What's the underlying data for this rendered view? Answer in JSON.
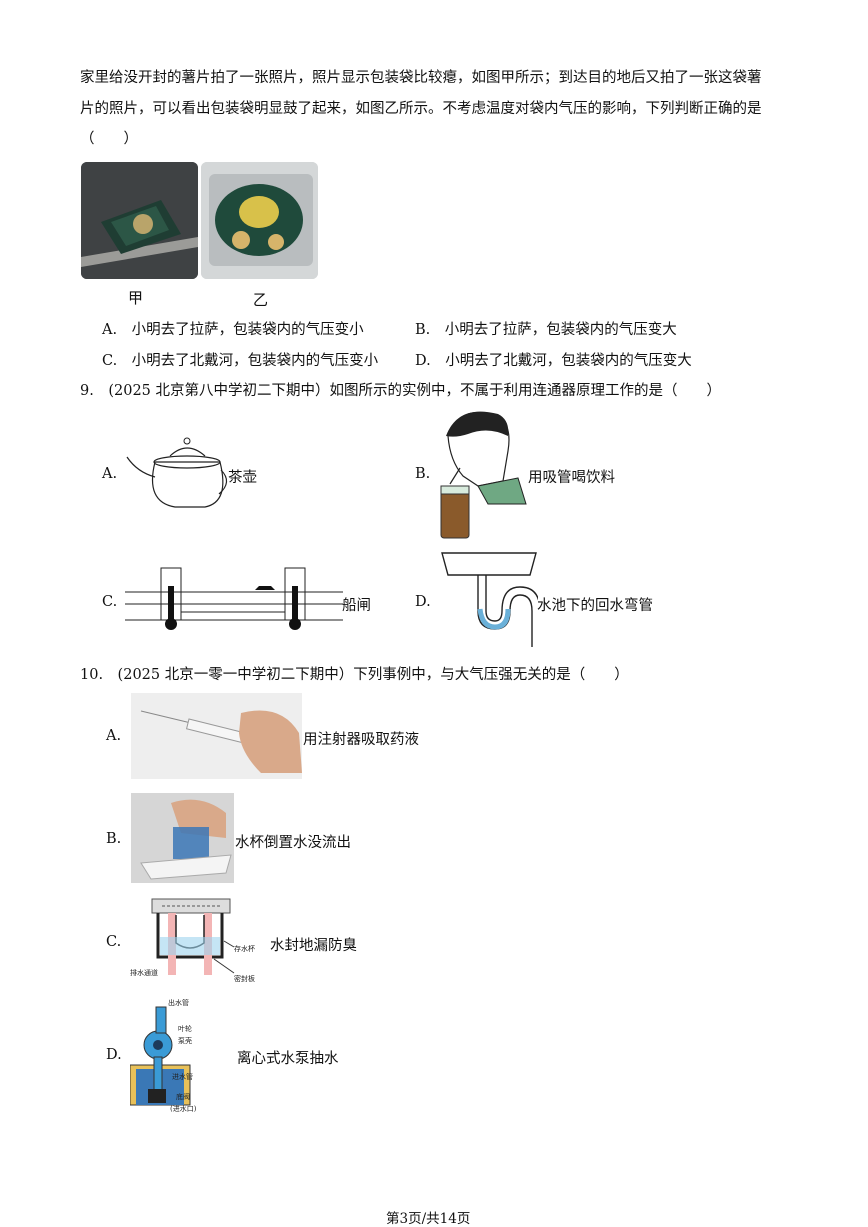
{
  "q8": {
    "line1": "家里给没开封的薯片拍了一张照片，照片显示包装袋比较瘪，如图甲所示；到达目的地后又拍了一张这袋薯",
    "line2": "片的照片，可以看出包装袋明显鼓了起来，如图乙所示。不考虑温度对袋内气压的影响，下列判断正确的是",
    "bracket": "（　　）",
    "cap_jia": "甲",
    "cap_yi": "乙",
    "optA": "A.　小明去了拉萨，包装袋内的气压变小",
    "optB": "B.　小明去了拉萨，包装袋内的气压变大",
    "optC": "C.　小明去了北戴河，包装袋内的气压变小",
    "optD": "D.　小明去了北戴河，包装袋内的气压变大"
  },
  "q9": {
    "stem": "9.　(2025 北京第八中学初二下期中）如图所示的实例中，不属于利用连通器原理工作的是（　　）",
    "A_label": "A.",
    "A_text": "茶壶",
    "B_label": "B.",
    "B_text": "用吸管喝饮料",
    "C_label": "C.",
    "C_text": "船闸",
    "D_label": "D.",
    "D_text": "水池下的回水弯管"
  },
  "q10": {
    "stem": "10.　(2025 北京一零一中学初二下期中）下列事例中，与大气压强无关的是（　　）",
    "A_label": "A.",
    "A_text": "用注射器吸取药液",
    "B_label": "B.",
    "B_text": "水杯倒置水没流出",
    "C_label": "C.",
    "C_text": "水封地漏防臭",
    "C_fig_labels": [
      "存水杯",
      "排水通道",
      "密封板"
    ],
    "D_label": "D.",
    "D_text": "离心式水泵抽水",
    "D_fig_labels": [
      "出水管",
      "叶轮",
      "泵壳",
      "进水管",
      "底阀",
      "(进水口)"
    ]
  },
  "footer": "第3页/共14页"
}
